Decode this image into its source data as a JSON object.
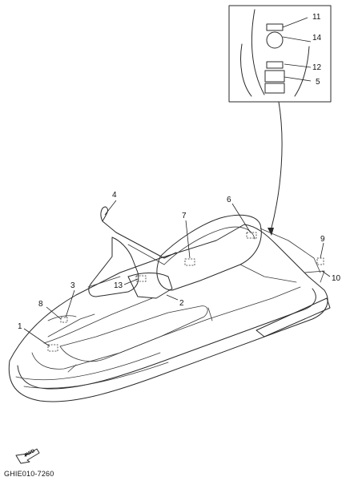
{
  "callouts": {
    "c1": "1",
    "c2": "2",
    "c3": "3",
    "c4": "4",
    "c5": "5",
    "c6": "6",
    "c7": "7",
    "c8": "8",
    "c9": "9",
    "c10": "10",
    "c11": "11",
    "c12": "12",
    "c13": "13",
    "c14": "14"
  },
  "fwd_arrow": {
    "text": "FWD",
    "icon": "forward-arrow-icon"
  },
  "part_code": "GHIE010-7260",
  "colors": {
    "ink": "#2a2a2a",
    "paper": "#ffffff"
  }
}
